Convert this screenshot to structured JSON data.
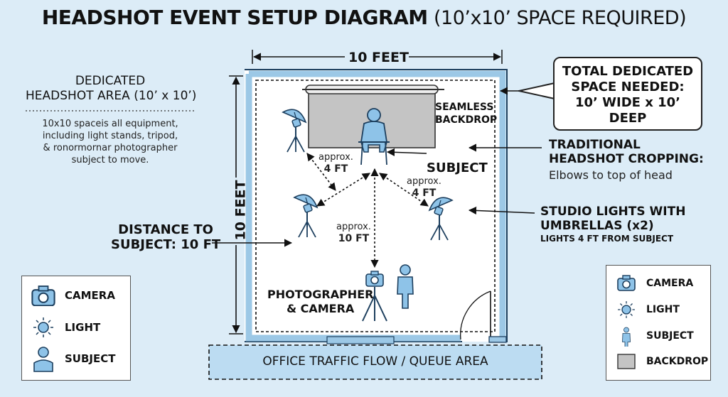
{
  "title": {
    "main": "HEADSHOT EVENT SETUP DIAGRAM",
    "sub": "(10’x10’ SPACE REQUIRED)"
  },
  "top_dimension": "10 FEET",
  "side_dimension": "10 FEET",
  "left_panel": {
    "heading_line1": "DEDICATED",
    "heading_line2": "HEADSHOT AREA",
    "heading_suffix": "(10’ x 10’)",
    "body_line1": "10x10 spaceis all equipment,",
    "body_line2": "including light stands, tripod,",
    "body_line3": "& ronormornar photographer",
    "body_line4": "subject to move."
  },
  "callout": {
    "line1": "TOTAL DEDICATED",
    "line2": "SPACE NEEDED:",
    "line3": "10’ WIDE x 10’ DEEP"
  },
  "backdrop_label": {
    "line1": "SEAMLESS",
    "line2": "BACKDROP"
  },
  "cropping": {
    "line1": "TRADITIONAL",
    "line2": "HEADSHOT CROPPING:",
    "line3": "Elbows to top of head"
  },
  "subject_label": "SUBJECT",
  "distances": {
    "left_approx": "approx.",
    "left_value": "4 FT",
    "right_approx": "approx.",
    "right_value": "4 FT",
    "center_approx": "approx.",
    "center_value": "10 FT"
  },
  "lights_label": {
    "line1": "STUDIO LIGHTS WITH",
    "line2": "UMBRELLAS (x2)",
    "line3": "LIGHTS 4 FT FROM SUBJECT"
  },
  "distance_to_subject": {
    "line1": "DISTANCE TO",
    "line2": "SUBJECT: 10 FT"
  },
  "photographer_label": {
    "line1": "PHOTOGRAPHER",
    "line2": "& CAMERA"
  },
  "traffic_label": "OFFICE TRAFFIC FLOW / QUEUE AREA",
  "legend_left": [
    {
      "icon": "camera-icon",
      "label": "CAMERA"
    },
    {
      "icon": "light-icon",
      "label": "LIGHT"
    },
    {
      "icon": "subject-icon",
      "label": "SUBJECT"
    }
  ],
  "legend_right": [
    {
      "icon": "camera-icon",
      "label": "CAMERA"
    },
    {
      "icon": "light-icon",
      "label": "LIGHT"
    },
    {
      "icon": "subject-icon",
      "label": "SUBJECT"
    },
    {
      "icon": "backdrop-icon",
      "label": "BACKDROP"
    }
  ],
  "colors": {
    "background": "#dcecf7",
    "wall": "#9cc8e6",
    "icon_fill": "#8ec3e8",
    "icon_stroke": "#1d3f5e",
    "backdrop": "#c4c4c4"
  }
}
